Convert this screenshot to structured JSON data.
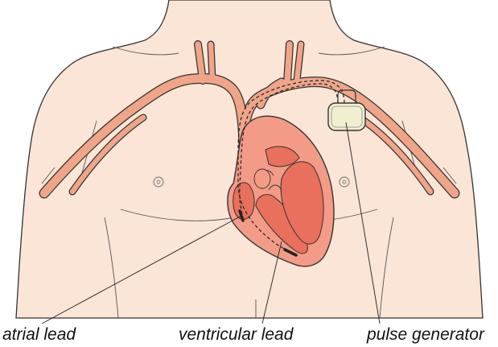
{
  "labels": {
    "atrial": "atrial lead",
    "ventricular": "ventricular lead",
    "generator": "pulse generator"
  },
  "colors": {
    "skin": "#fbe5d6",
    "outline": "#333333",
    "vessel": "#f0a588",
    "heart": "#f39b86",
    "chamber": "#e8705c",
    "generator": "#f1efcf"
  }
}
